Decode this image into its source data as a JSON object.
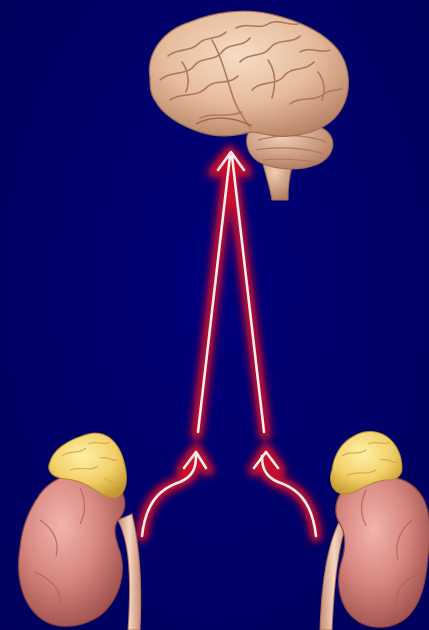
{
  "figure": {
    "background_color": "#000066",
    "glow_color": "#cc0022",
    "arrow_color": "#f4eeee",
    "organs": [
      {
        "name": "brain",
        "color": "#e9c3a4"
      },
      {
        "name": "adrenal-gland-left",
        "color": "#f0d070"
      },
      {
        "name": "adrenal-gland-right",
        "color": "#f0d070"
      },
      {
        "name": "kidney-left",
        "color": "#d98a84"
      },
      {
        "name": "kidney-right",
        "color": "#d98a84"
      }
    ],
    "arrows": [
      {
        "from": "adrenal-gland-left",
        "to": "brain"
      },
      {
        "from": "adrenal-gland-right",
        "to": "brain"
      }
    ]
  }
}
